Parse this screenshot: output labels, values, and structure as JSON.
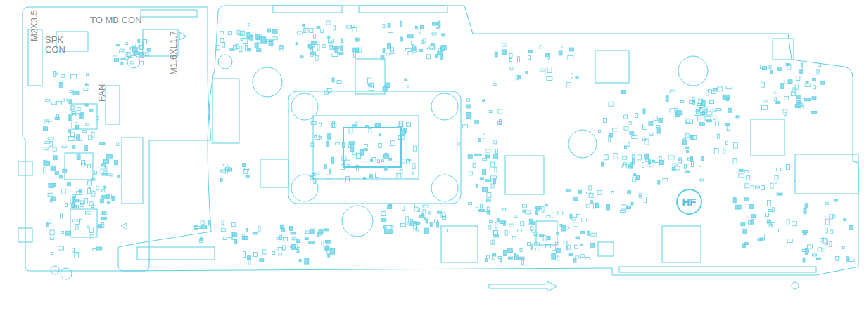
{
  "diagram": {
    "nodes": [
      {
        "text": [
          "HF"
        ]
      }
    ],
    "labels": [
      "M2X3.5",
      "TO MB CON",
      "SPK CON",
      "FAN",
      "M1.6XL1.7"
    ]
  }
}
